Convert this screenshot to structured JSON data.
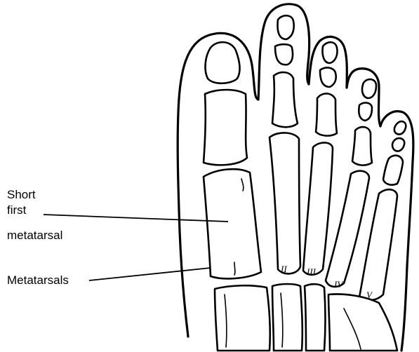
{
  "labels": {
    "short_first_metatarsal": [
      "Short",
      "first",
      "metatarsal"
    ],
    "metatarsals": "Metatarsals"
  },
  "toe_numerals": [
    "II",
    "III",
    "IV",
    "V"
  ],
  "colors": {
    "ink": "#000000",
    "paper": "#ffffff"
  }
}
